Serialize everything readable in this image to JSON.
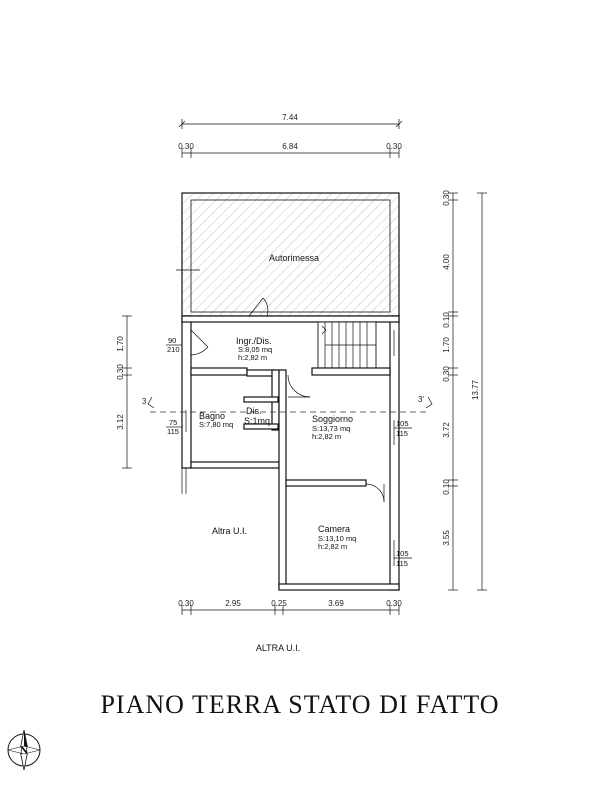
{
  "title": "PIANO TERRA STATO DI FATTO",
  "footer_label": "ALTRA U.I.",
  "compass_letter": "N",
  "dimensions": {
    "top_overall": "7.44",
    "top_left_wall": "0.30",
    "top_inner": "6.84",
    "top_right_wall": "0.30",
    "bottom_left_wall": "0.30",
    "bottom_left_room": "2.95",
    "bottom_mid_wall": "0.25",
    "bottom_right_room": "3.69",
    "bottom_right_wall": "0.30",
    "right_1": "0.30",
    "right_2": "4.00",
    "right_3": "0.10",
    "right_4": "1.70",
    "right_5": "0.30",
    "right_6": "3.72",
    "right_7": "0.10",
    "right_8": "3.55",
    "right_total": "13.77",
    "left_1": "1.70",
    "left_2": "0.30",
    "left_3": "3.12"
  },
  "rooms": {
    "autorimessa": {
      "name": "Autorimessa"
    },
    "ingresso": {
      "name": "Ingr./Dis.",
      "area": "S:8,05 mq",
      "height": "h:2,82 m"
    },
    "bagno": {
      "name": "Bagno",
      "area": "S:7,80 mq"
    },
    "disimpegno": {
      "name": "Dis.",
      "area": "S:1mq"
    },
    "soggiorno": {
      "name": "Soggiorno",
      "area": "S:13,73 mq",
      "height": "h:2,82 m"
    },
    "camera": {
      "name": "Camera",
      "area": "S:13,10 mq",
      "height": "h:2,82 m"
    },
    "altra_ui": {
      "name": "Altra U.I."
    }
  },
  "openings": {
    "entry_door_top": "90",
    "entry_door_bottom": "210",
    "bagno_window_top": "75",
    "bagno_window_bottom": "115",
    "soggiorno_window_top": "105",
    "soggiorno_window_bottom": "115",
    "camera_window_top": "105",
    "camera_window_bottom": "115"
  },
  "section_marks": {
    "left": "3",
    "right": "3'"
  }
}
